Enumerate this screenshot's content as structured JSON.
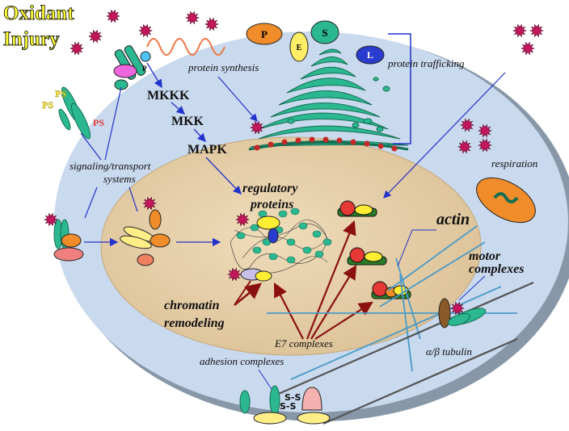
{
  "title": {
    "line1": "Oxidant",
    "line2": "Injury"
  },
  "labels": {
    "protein_synthesis": "protein synthesis",
    "protein_trafficking": "protein trafficking",
    "signaling_transport_1": "signaling/transport",
    "signaling_transport_2": "systems",
    "respiration": "respiration",
    "regulatory_proteins_1": "regulatory",
    "regulatory_proteins_2": "proteins",
    "actin": "actin",
    "motor_complexes_1": "motor",
    "motor_complexes_2": "complexes",
    "chromatin_remodeling_1": "chromatin",
    "chromatin_remodeling_2": "remodeling",
    "e7_complexes": "E7 complexes",
    "adhesion_complexes": "adhesion complexes",
    "tubulin": "α/β tubulin"
  },
  "kinases": {
    "mkkk": "MKKK",
    "mkk": "MKK",
    "mapk": "MAPK"
  },
  "ps": {
    "ps1": "PS",
    "ps2": "PS",
    "ps3": "PS"
  },
  "ribosome_letters": {
    "p": "P",
    "e": "E",
    "s": "S",
    "l": "L"
  },
  "small_labels": {
    "p_small": "P",
    "ss1": "S-S",
    "ss2": "S-S"
  },
  "colors": {
    "cell": "#c9d9ee",
    "nucleus": "#e9d6b2",
    "golgi": "#2bb891",
    "oxidant": "#c2185b",
    "arrow": "#2233cc",
    "e7_arrow": "#8b1010",
    "title": "#ffff33"
  }
}
